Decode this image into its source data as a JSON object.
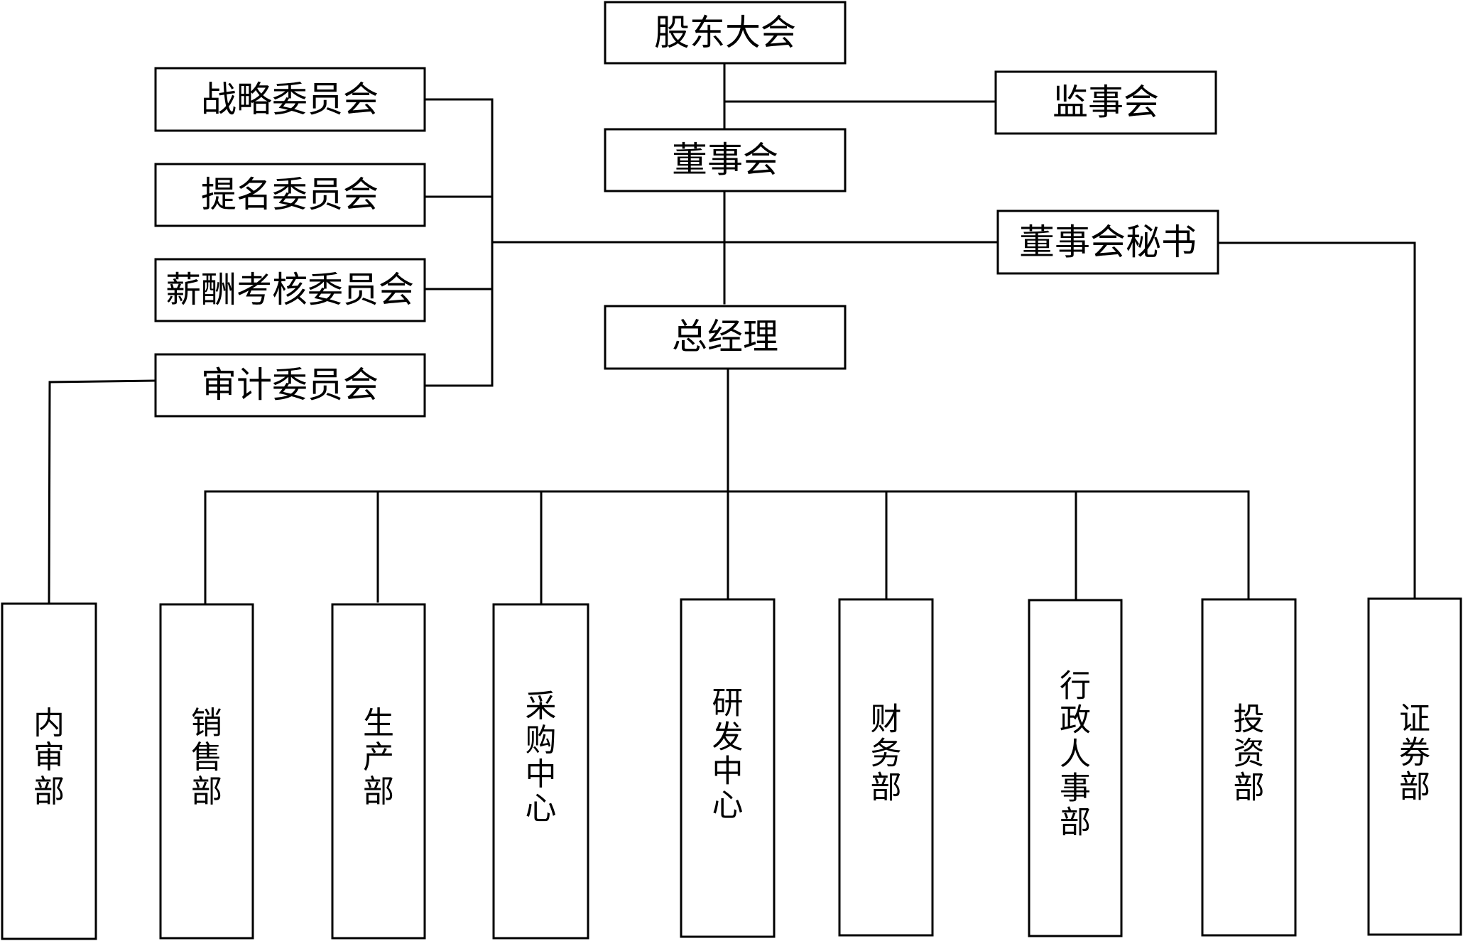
{
  "diagram": {
    "type": "org-chart",
    "nodes": {
      "shareholders_meeting": {
        "label": "股东大会"
      },
      "supervisory_board": {
        "label": "监事会"
      },
      "board_of_directors": {
        "label": "董事会"
      },
      "board_secretary": {
        "label": "董事会秘书"
      },
      "general_manager": {
        "label": "总经理"
      },
      "strategy_committee": {
        "label": "战略委员会"
      },
      "nomination_committee": {
        "label": "提名委员会"
      },
      "compensation_committee": {
        "label": "薪酬考核委员会"
      },
      "audit_committee": {
        "label": "审计委员会"
      }
    },
    "departments": [
      {
        "id": "internal_audit",
        "label": "内审部",
        "reports_to": "audit_committee"
      },
      {
        "id": "sales",
        "label": "销售部",
        "reports_to": "general_manager"
      },
      {
        "id": "production",
        "label": "生产部",
        "reports_to": "general_manager"
      },
      {
        "id": "procurement",
        "label": "采购中心",
        "reports_to": "general_manager"
      },
      {
        "id": "rnd",
        "label": "研发中心",
        "reports_to": "general_manager"
      },
      {
        "id": "finance",
        "label": "财务部",
        "reports_to": "general_manager"
      },
      {
        "id": "admin_hr",
        "label": "行政人事部",
        "reports_to": "general_manager"
      },
      {
        "id": "investment",
        "label": "投资部",
        "reports_to": "general_manager"
      },
      {
        "id": "securities",
        "label": "证券部",
        "reports_to": "board_secretary"
      }
    ],
    "edges": [
      [
        "shareholders_meeting",
        "board_of_directors"
      ],
      [
        "shareholders_meeting",
        "supervisory_board"
      ],
      [
        "board_of_directors",
        "general_manager"
      ],
      [
        "board_of_directors",
        "board_secretary"
      ],
      [
        "board_of_directors",
        "strategy_committee"
      ],
      [
        "board_of_directors",
        "nomination_committee"
      ],
      [
        "board_of_directors",
        "compensation_committee"
      ],
      [
        "board_of_directors",
        "audit_committee"
      ]
    ]
  }
}
